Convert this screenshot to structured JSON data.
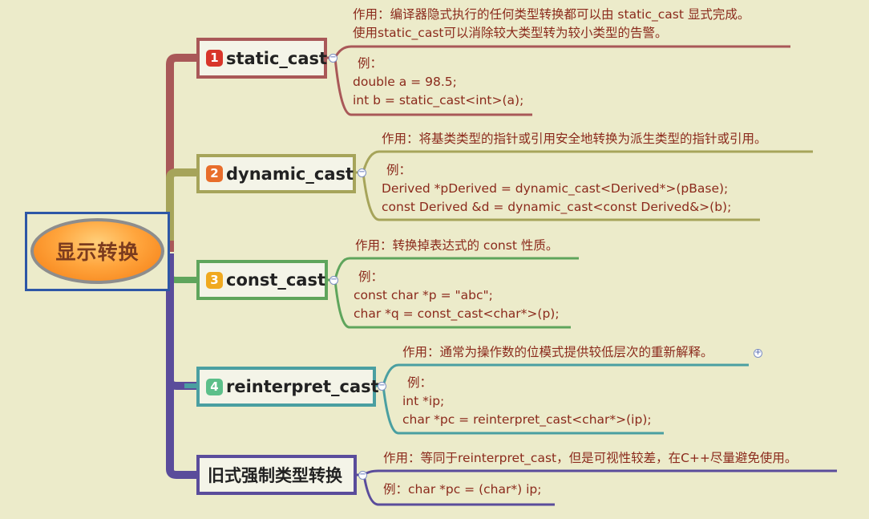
{
  "root": {
    "label": "显示转换"
  },
  "branches": [
    {
      "badge": "1",
      "label": "static_cast",
      "note": [
        "作用：编译器隐式执行的任何类型转换都可以由 static_cast 显式完成。",
        "使用static_cast可以消除较大类型转为较小类型的告警。"
      ],
      "example": [
        "例：",
        "double a = 98.5;",
        "int b = static_cast<int>(a);"
      ]
    },
    {
      "badge": "2",
      "label": "dynamic_cast",
      "note": [
        "作用：将基类类型的指针或引用安全地转换为派生类型的指针或引用。"
      ],
      "example": [
        "例：",
        "Derived *pDerived = dynamic_cast<Derived*>(pBase);",
        "const Derived &d = dynamic_cast<const Derived&>(b);"
      ]
    },
    {
      "badge": "3",
      "label": "const_cast",
      "note": [
        "作用：转换掉表达式的 const 性质。"
      ],
      "example": [
        "例：",
        "const char *p = \"abc\";",
        "char *q = const_cast<char*>(p);"
      ]
    },
    {
      "badge": "4",
      "label": "reinterpret_cast",
      "note": [
        "作用：通常为操作数的位模式提供较低层次的重新解释。"
      ],
      "example": [
        "例：",
        "int *ip;",
        "char *pc = reinterpret_cast<char*>(ip);"
      ]
    },
    {
      "badge": "",
      "label": "旧式强制类型转换",
      "note": [
        "作用：等同于reinterpret_cast，但是可视性较差，在C++尽量避免使用。"
      ],
      "example": [
        "例：char *pc = (char*) ip;"
      ]
    }
  ],
  "colors": {
    "background": "#ecebca",
    "branch1": "#a95858",
    "branch2": "#a6a45a",
    "branch3": "#5fa55c",
    "branch4": "#4a9fa1",
    "branch5": "#5a4c9b",
    "text": "#8b2a1c",
    "root_frame": "#2e57a6",
    "root_fill": "#ffa53d"
  },
  "icons": [
    "collapse-icon",
    "expand-icon"
  ]
}
